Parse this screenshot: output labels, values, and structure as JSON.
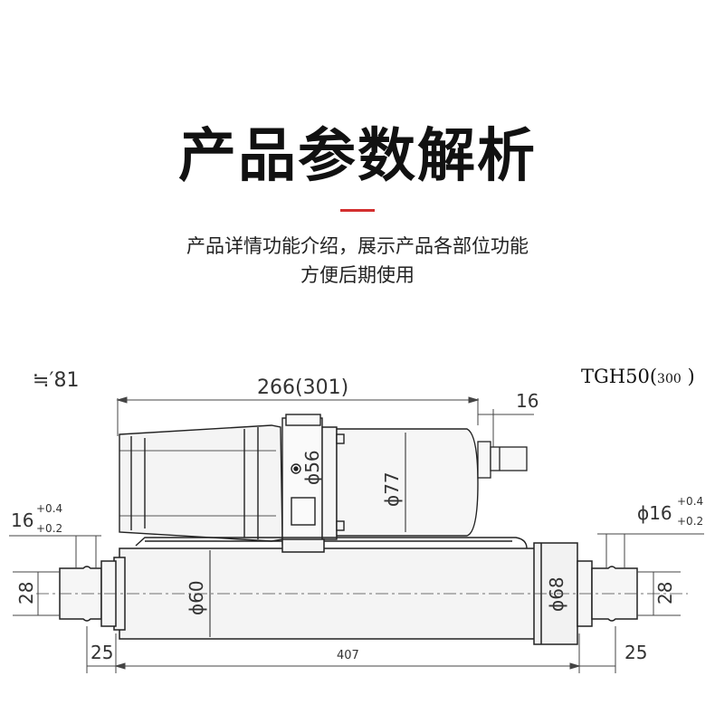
{
  "header": {
    "title": "产品参数解析",
    "subtitle_line1": "产品详情功能介绍，展示产品各部位功能",
    "subtitle_line2": "方便后期使用",
    "accent_color": "#d32f2f"
  },
  "drawing": {
    "model_name": "TGH50",
    "model_stroke": "300",
    "dim_top_left": "≒′81",
    "dim_overall_length": "266(301)",
    "dim_connector": "16",
    "dim_pin_left": "16",
    "dim_pin_left_tol_upper": "+0.4",
    "dim_pin_left_tol_lower": "+0.2",
    "dim_pin_right": "ϕ16",
    "dim_pin_right_tol_upper": "+0.4",
    "dim_pin_right_tol_lower": "+0.2",
    "dim_clevis_left": "28",
    "dim_clevis_right": "28",
    "dim_motor_cap": "ϕ56",
    "dim_motor_dia": "ϕ77",
    "dim_tube_dia": "ϕ60",
    "dim_rod_dia": "ϕ68",
    "dim_end_left": "25",
    "dim_end_right": "25",
    "dim_total": "407"
  }
}
